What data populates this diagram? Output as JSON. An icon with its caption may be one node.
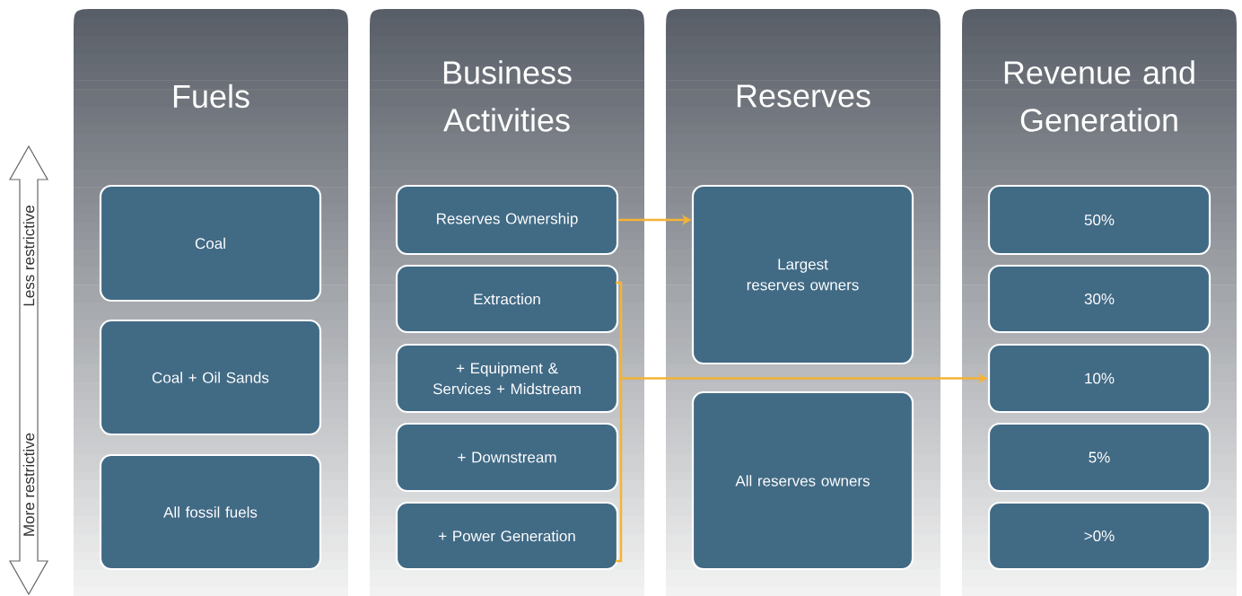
{
  "diagram": {
    "nodes": [
      {
        "text": [
          "Fuels"
        ]
      },
      {
        "text": [
          "Coal"
        ],
        "in": 0
      },
      {
        "text": [
          "Coal + Oil Sands"
        ],
        "in": 0
      },
      {
        "text": [
          "All fossil fuels"
        ],
        "in": 0
      },
      {
        "text": [
          "Business Activities"
        ]
      },
      {
        "text": [
          "Reserves Ownership"
        ],
        "in": 4
      },
      {
        "text": [
          "Extraction"
        ],
        "in": 4
      },
      {
        "text": [
          "+ Equipment & Services + Midstream"
        ],
        "in": 4
      },
      {
        "text": [
          "+ Downstream"
        ],
        "in": 4
      },
      {
        "text": [
          "+ Power Generation"
        ],
        "in": 4
      },
      {
        "text": [
          "Reserves"
        ]
      },
      {
        "text": [
          "Largest reserves owners"
        ],
        "in": 10
      },
      {
        "text": [
          "All reserves owners"
        ],
        "in": 10
      },
      {
        "text": [
          "Revenue and Generation"
        ]
      },
      {
        "text": [
          "50%"
        ],
        "in": 13
      },
      {
        "text": [
          "30%"
        ],
        "in": 13
      },
      {
        "text": [
          "10%"
        ],
        "in": 13
      },
      {
        "text": [
          "5%"
        ],
        "in": 13
      },
      {
        "text": [
          ">0%"
        ],
        "in": 13
      }
    ],
    "edges": [
      {
        "from": 5,
        "to": 11,
        "arrow": "to"
      },
      {
        "from": 6,
        "to": 16,
        "arrow": "to"
      },
      {
        "from": 7,
        "to": 16,
        "arrow": "to"
      },
      {
        "from": 8,
        "to": 16,
        "arrow": "to"
      },
      {
        "from": 9,
        "to": 16,
        "arrow": "to"
      }
    ],
    "labels": [
      "Less restrictive",
      "More restrictive"
    ]
  }
}
